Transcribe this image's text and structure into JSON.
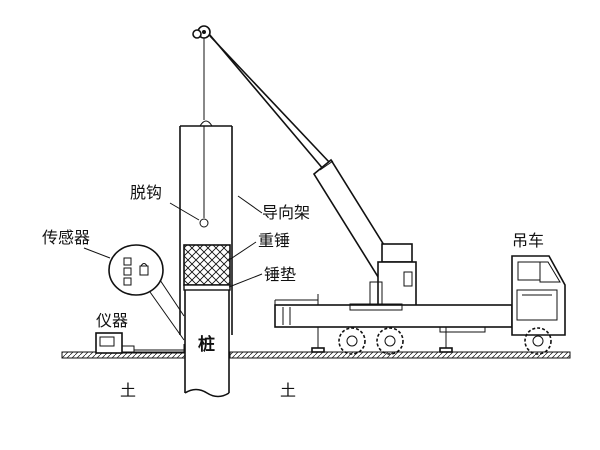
{
  "labels": {
    "hook_release": "脱钩",
    "guide_frame": "导向架",
    "hammer": "重锤",
    "hammer_pad": "锤垫",
    "crane": "吊车",
    "sensor": "传感器",
    "instrument": "仪器",
    "pile": "桩",
    "soil_left": "土",
    "soil_right": "土"
  }
}
